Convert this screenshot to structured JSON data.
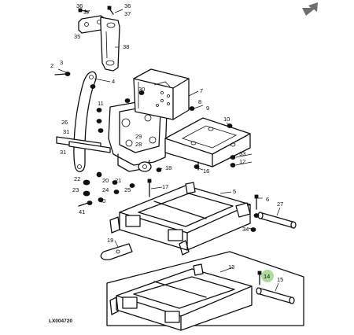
{
  "diagram_code": "LX004720",
  "highlight_color": "#9fd58a",
  "icons": {
    "corner": "arrow-icon"
  },
  "callouts": [
    {
      "id": "c36a",
      "text": "36"
    },
    {
      "id": "c37a",
      "text": "37"
    },
    {
      "id": "c35",
      "text": "35"
    },
    {
      "id": "c36b",
      "text": "36"
    },
    {
      "id": "c37b",
      "text": "37"
    },
    {
      "id": "c38",
      "text": "38"
    },
    {
      "id": "c2",
      "text": "2"
    },
    {
      "id": "c3",
      "text": "3"
    },
    {
      "id": "c4",
      "text": "4"
    },
    {
      "id": "c30",
      "text": "30"
    },
    {
      "id": "c7",
      "text": "7"
    },
    {
      "id": "c8",
      "text": "8"
    },
    {
      "id": "c9",
      "text": "9"
    },
    {
      "id": "c11",
      "text": "11"
    },
    {
      "id": "c10",
      "text": "10"
    },
    {
      "id": "c26",
      "text": "26"
    },
    {
      "id": "c31a",
      "text": "31"
    },
    {
      "id": "c29",
      "text": "29"
    },
    {
      "id": "c28",
      "text": "28"
    },
    {
      "id": "c31b",
      "text": "31"
    },
    {
      "id": "c33",
      "text": "33"
    },
    {
      "id": "c12",
      "text": "12"
    },
    {
      "id": "c16",
      "text": "16"
    },
    {
      "id": "c18",
      "text": "18"
    },
    {
      "id": "c22",
      "text": "22"
    },
    {
      "id": "c23",
      "text": "23"
    },
    {
      "id": "c20",
      "text": "20"
    },
    {
      "id": "c21",
      "text": "21"
    },
    {
      "id": "c24",
      "text": "24"
    },
    {
      "id": "c17",
      "text": "17"
    },
    {
      "id": "c25",
      "text": "25"
    },
    {
      "id": "c40",
      "text": "40"
    },
    {
      "id": "c41",
      "text": "41"
    },
    {
      "id": "c5",
      "text": "5"
    },
    {
      "id": "c6",
      "text": "6"
    },
    {
      "id": "c27",
      "text": "27"
    },
    {
      "id": "c34",
      "text": "34"
    },
    {
      "id": "c19",
      "text": "19"
    },
    {
      "id": "c13",
      "text": "13"
    },
    {
      "id": "c14",
      "text": "14"
    },
    {
      "id": "c15",
      "text": "15"
    }
  ]
}
